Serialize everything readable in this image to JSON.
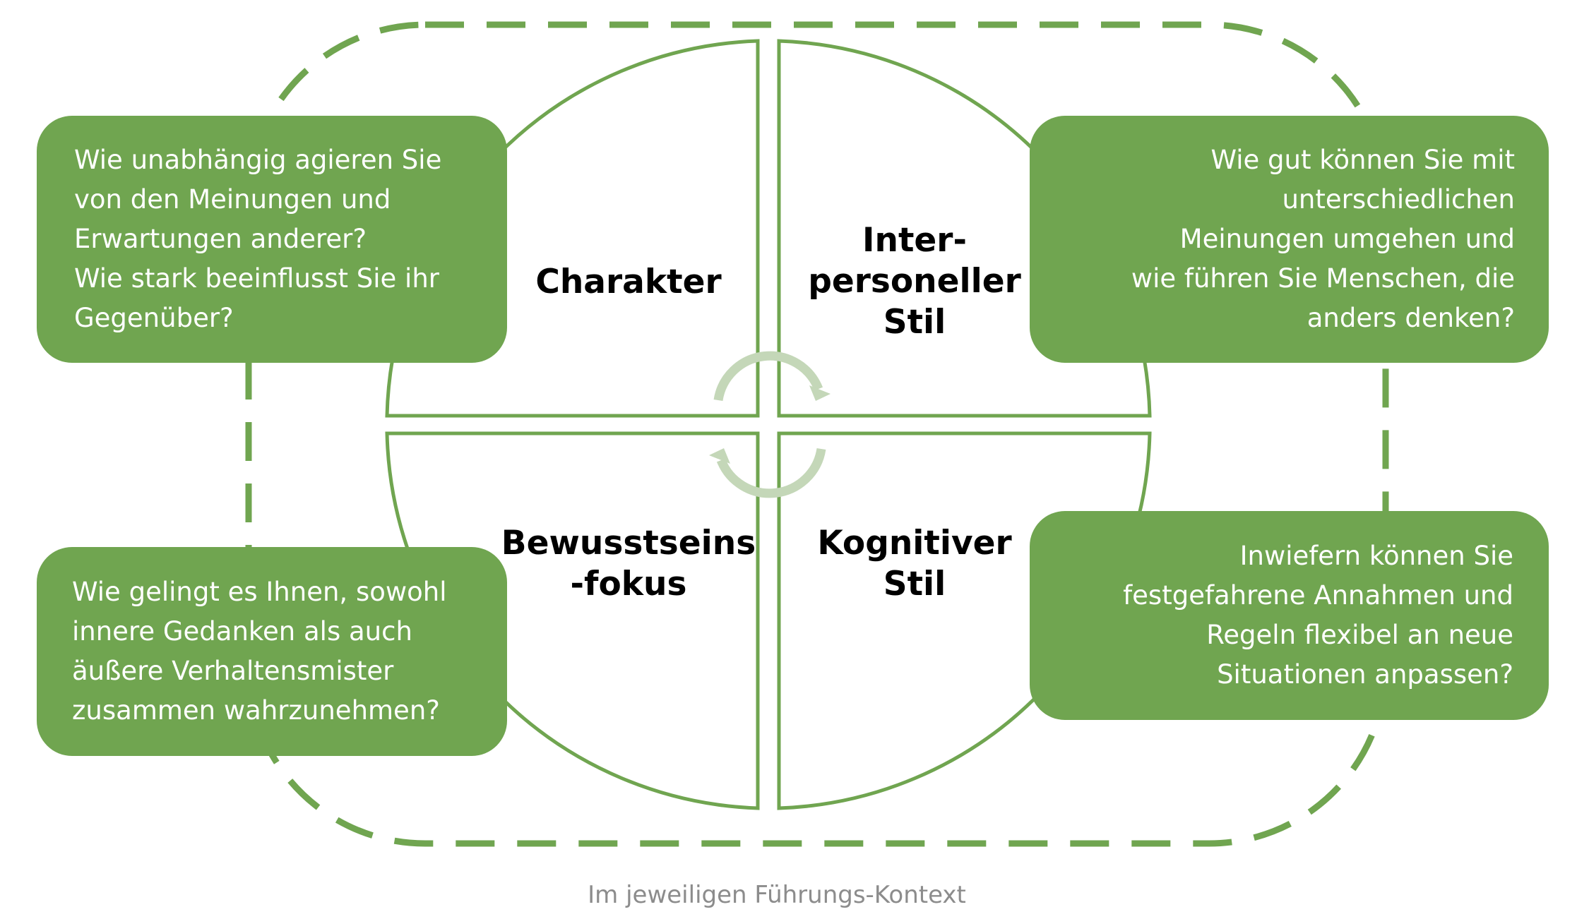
{
  "colors": {
    "accent_green": "#70a550",
    "cycle_arrows": "#c4d7b8",
    "box_text": "#ffffff",
    "label_text": "#000000",
    "caption_text": "#8c8c8c"
  },
  "quadrants": {
    "top_left": "Charakter",
    "top_right": "Inter-\npersoneller\nStil",
    "bottom_left": "Bewusstseins\n-fokus",
    "bottom_right": "Kognitiver\nStil"
  },
  "questions": {
    "top_left": "Wie unabhängig agieren Sie\nvon den Meinungen und\nErwartungen anderer?\nWie stark beeinflusst Sie ihr\nGegenüber?",
    "top_right": "Wie gut können Sie mit\nunterschiedlichen\nMeinungen umgehen und\nwie führen Sie Menschen, die\nanders denken?",
    "bottom_left": "Wie gelingt es Ihnen, sowohl\ninnere Gedanken als auch\näußere Verhaltensmister\nzusammen wahrzunehmen?",
    "bottom_right": "Inwiefern können Sie\nfestgefahrene Annahmen und\nRegeln flexibel an neue\nSituationen anpassen?"
  },
  "caption": "Im jeweiligen Führungs-Kontext",
  "icons": {
    "cycle": "cycle-arrows-icon"
  }
}
